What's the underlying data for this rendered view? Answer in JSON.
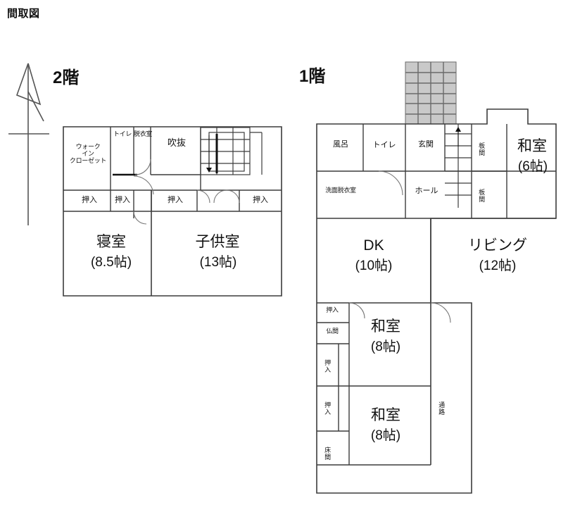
{
  "page": {
    "title": "間取図",
    "background": "#ffffff",
    "line_color": "#3c3c3c",
    "tile_fill": "#c9c9c9",
    "text_color": "#111111"
  },
  "compass": {
    "name": "north-arrow",
    "label": ""
  },
  "floors": [
    {
      "id": "floor2",
      "caption": "2階",
      "rooms": [
        {
          "name": "walk-in-closet",
          "label": "ウォーク\nイン\nクローゼット",
          "size": ""
        },
        {
          "name": "toilet",
          "label": "トイレ",
          "size": ""
        },
        {
          "name": "changing-room",
          "label": "脱衣室",
          "size": ""
        },
        {
          "name": "void-atrium",
          "label": "吹抜",
          "size": ""
        },
        {
          "name": "staircase-down",
          "label": "",
          "size": ""
        },
        {
          "name": "closet-1",
          "label": "押入",
          "size": ""
        },
        {
          "name": "closet-2",
          "label": "押入",
          "size": ""
        },
        {
          "name": "closet-3",
          "label": "押入",
          "size": ""
        },
        {
          "name": "closet-4",
          "label": "押入",
          "size": ""
        },
        {
          "name": "bedroom",
          "label": "寝室",
          "size": "(8.5帖)"
        },
        {
          "name": "kids-room",
          "label": "子供室",
          "size": "(13帖)"
        }
      ]
    },
    {
      "id": "floor1",
      "caption": "1階",
      "rooms": [
        {
          "name": "bath",
          "label": "風呂",
          "size": ""
        },
        {
          "name": "toilet",
          "label": "トイレ",
          "size": ""
        },
        {
          "name": "washroom",
          "label": "洗面脱衣室",
          "size": ""
        },
        {
          "name": "entrance",
          "label": "玄関",
          "size": ""
        },
        {
          "name": "hall",
          "label": "ホール",
          "size": ""
        },
        {
          "name": "wood-floor-upper",
          "label": "板間",
          "size": ""
        },
        {
          "name": "wood-floor-lower",
          "label": "板間",
          "size": ""
        },
        {
          "name": "japanese-room-6",
          "label": "和室",
          "size": "(6帖)"
        },
        {
          "name": "dining-kitchen",
          "label": "DK",
          "size": "(10帖)"
        },
        {
          "name": "living",
          "label": "リビング",
          "size": "(12帖)"
        },
        {
          "name": "closet-upper",
          "label": "押入",
          "size": ""
        },
        {
          "name": "buddhist-alcove",
          "label": "仏間",
          "size": ""
        },
        {
          "name": "closet-mid",
          "label": "押入",
          "size": ""
        },
        {
          "name": "closet-low",
          "label": "押入",
          "size": ""
        },
        {
          "name": "tokonoma",
          "label": "床間",
          "size": ""
        },
        {
          "name": "japanese-room-8-upper",
          "label": "和室",
          "size": "(8帖)"
        },
        {
          "name": "japanese-room-8-lower",
          "label": "和室",
          "size": "(8帖)"
        },
        {
          "name": "corridor",
          "label": "通路",
          "size": ""
        },
        {
          "name": "entrance-approach-tiles",
          "label": "",
          "size": ""
        },
        {
          "name": "staircase-up",
          "label": "",
          "size": ""
        }
      ]
    }
  ]
}
